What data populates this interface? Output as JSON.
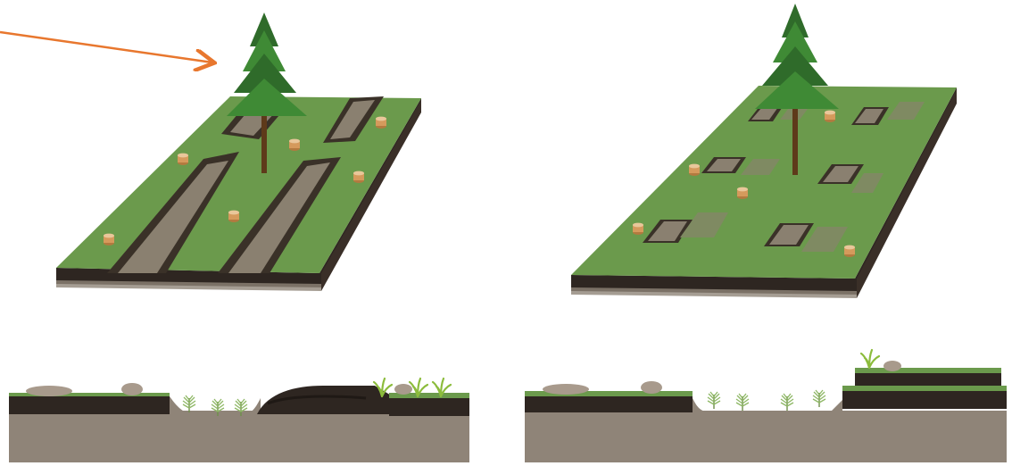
{
  "colors": {
    "grass": "#6b9a4c",
    "grass_dark": "#5a8a3e",
    "grass_light": "#86b05c",
    "topsoil": "#2e2621",
    "subsoil": "#8f8478",
    "furrow": "#8a8070",
    "furrow_edge": "#3a3128",
    "stump": "#d59a5c",
    "stump_top": "#e9c79a",
    "rock": "#a89a8c",
    "trunk": "#5e3a1a",
    "foliage": "#2f6b2a",
    "foliage_light": "#3f8a35",
    "seedling": "#7fa656",
    "arrow": "#e8772e"
  },
  "icons": {
    "left_block": "disc-trenched-block",
    "right_block": "mounded-patch-block",
    "seed_tree": "pine-tree-icon",
    "pointer": "orange-arrow"
  }
}
